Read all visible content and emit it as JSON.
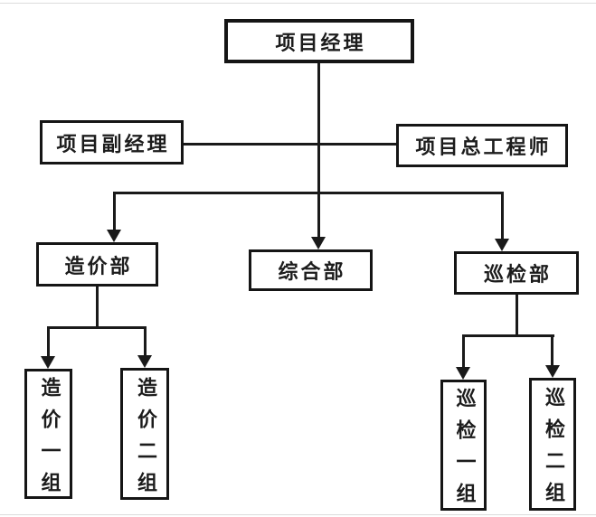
{
  "org": {
    "nodes": {
      "project_manager": {
        "label": "项目经理"
      },
      "deputy_manager": {
        "label": "项目副经理"
      },
      "chief_engineer": {
        "label": "项目总工程师"
      },
      "cost_dept": {
        "label": "造价部"
      },
      "general_dept": {
        "label": "综合部"
      },
      "inspection_dept": {
        "label": "巡检部"
      },
      "cost_group_1": {
        "label": "造价一组"
      },
      "cost_group_2": {
        "label": "造价二组"
      },
      "inspection_group_1": {
        "label": "巡检一组"
      },
      "inspection_group_2": {
        "label": "巡检二组"
      }
    },
    "edges": [
      {
        "from": "项目经理",
        "to": "项目副经理",
        "type": "lateral"
      },
      {
        "from": "项目经理",
        "to": "项目总工程师",
        "type": "lateral"
      },
      {
        "from": "项目经理",
        "to": "造价部",
        "type": "down"
      },
      {
        "from": "项目经理",
        "to": "综合部",
        "type": "down"
      },
      {
        "from": "项目经理",
        "to": "巡检部",
        "type": "down"
      },
      {
        "from": "造价部",
        "to": "造价一组",
        "type": "down"
      },
      {
        "from": "造价部",
        "to": "造价二组",
        "type": "down"
      },
      {
        "from": "巡检部",
        "to": "巡检一组",
        "type": "down"
      },
      {
        "from": "巡检部",
        "to": "巡检二组",
        "type": "down"
      }
    ],
    "colors": {
      "line": "#1a1a1a",
      "box_border": "#151515",
      "background": "#ffffff",
      "text": "#1c1c1c"
    }
  }
}
